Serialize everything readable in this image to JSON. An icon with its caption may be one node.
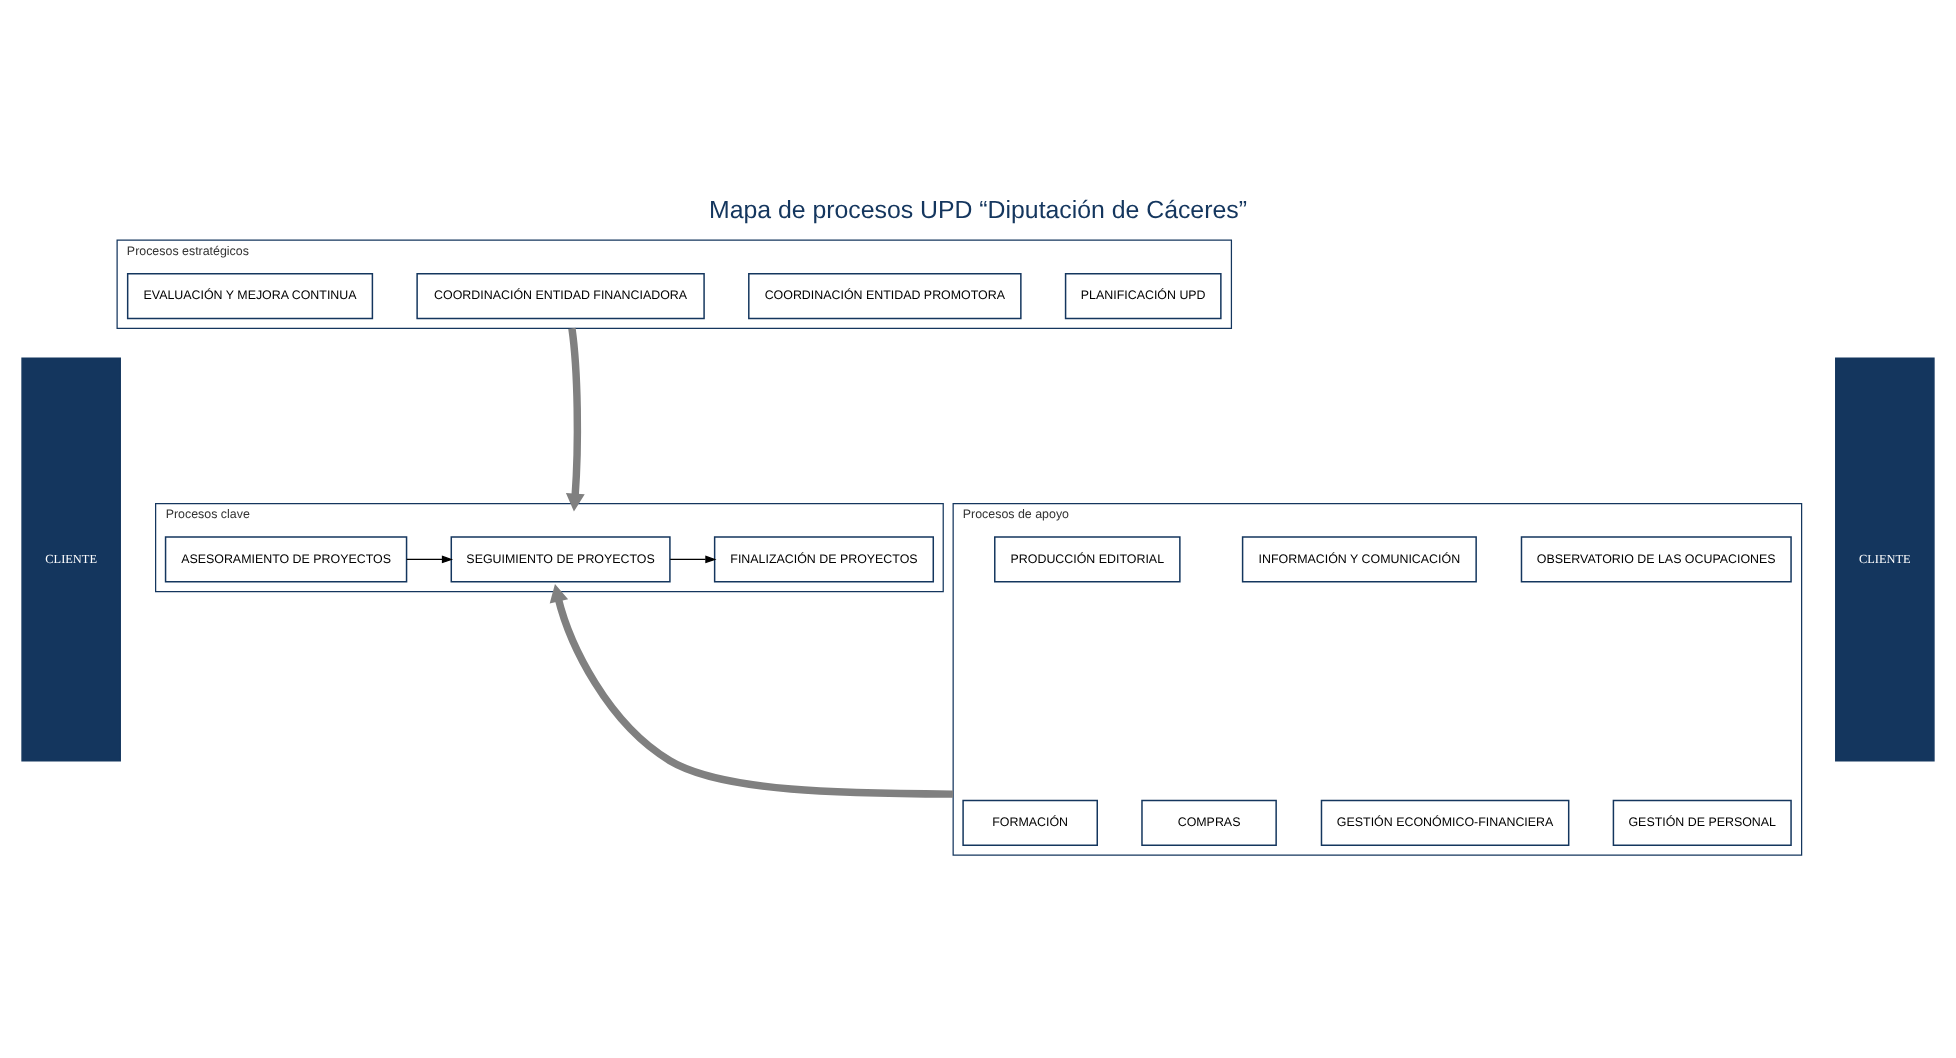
{
  "diagram": {
    "title": "Mapa de procesos UPD “Diputación de Cáceres”",
    "nodes": [
      {
        "text": [
          "CLIENTE"
        ]
      },
      {
        "text": [
          "Procesos estratégicos"
        ]
      },
      {
        "text": [
          "PLANIFICACIÓN UPD"
        ],
        "in": 1
      },
      {
        "text": [
          "COORDINACIÓN ENTIDAD PROMOTORA"
        ],
        "in": 1
      },
      {
        "text": [
          "COORDINACIÓN ENTIDAD FINANCIADORA"
        ],
        "in": 1
      },
      {
        "text": [
          "EVALUACIÓN Y MEJORA CONTINUA"
        ],
        "in": 1
      },
      {
        "text": [
          "Procesos clave"
        ]
      },
      {
        "text": [
          "ASESORAMIENTO DE PROYECTOS"
        ],
        "in": 6
      },
      {
        "text": [
          "SEGUIMIENTO DE PROYECTOS"
        ],
        "in": 6
      },
      {
        "text": [
          "FINALIZACIÓN DE PROYECTOS"
        ],
        "in": 6
      },
      {
        "text": [
          "Procesos de apoyo"
        ]
      },
      {
        "text": [
          "OBSERVATORIO DE LAS OCUPACIONES"
        ],
        "in": 10
      },
      {
        "text": [
          "INFORMACIÓN Y COMUNICACIÓN"
        ],
        "in": 10
      },
      {
        "text": [
          "PRODUCCIÓN EDITORIAL"
        ],
        "in": 10
      },
      {
        "text": [
          "COMPRAS"
        ],
        "in": 10
      },
      {
        "text": [
          "GESTIÓN ECONÓMICO-FINANCIERA"
        ],
        "in": 10
      },
      {
        "text": [
          "GESTIÓN DE PERSONAL"
        ],
        "in": 10
      },
      {
        "text": [
          "FORMACIÓN"
        ],
        "in": 10
      },
      {
        "text": [
          "CLIENTE"
        ]
      }
    ],
    "edges": [
      {
        "from": 7,
        "to": 8,
        "arrow": "to"
      },
      {
        "from": 8,
        "to": 9,
        "arrow": "to"
      },
      {
        "from": 1,
        "to": 6,
        "arrow": "to",
        "style": "thick",
        "color": "#808080"
      },
      {
        "from": 10,
        "to": 6,
        "arrow": "to",
        "style": "thick",
        "color": "#808080"
      }
    ]
  }
}
